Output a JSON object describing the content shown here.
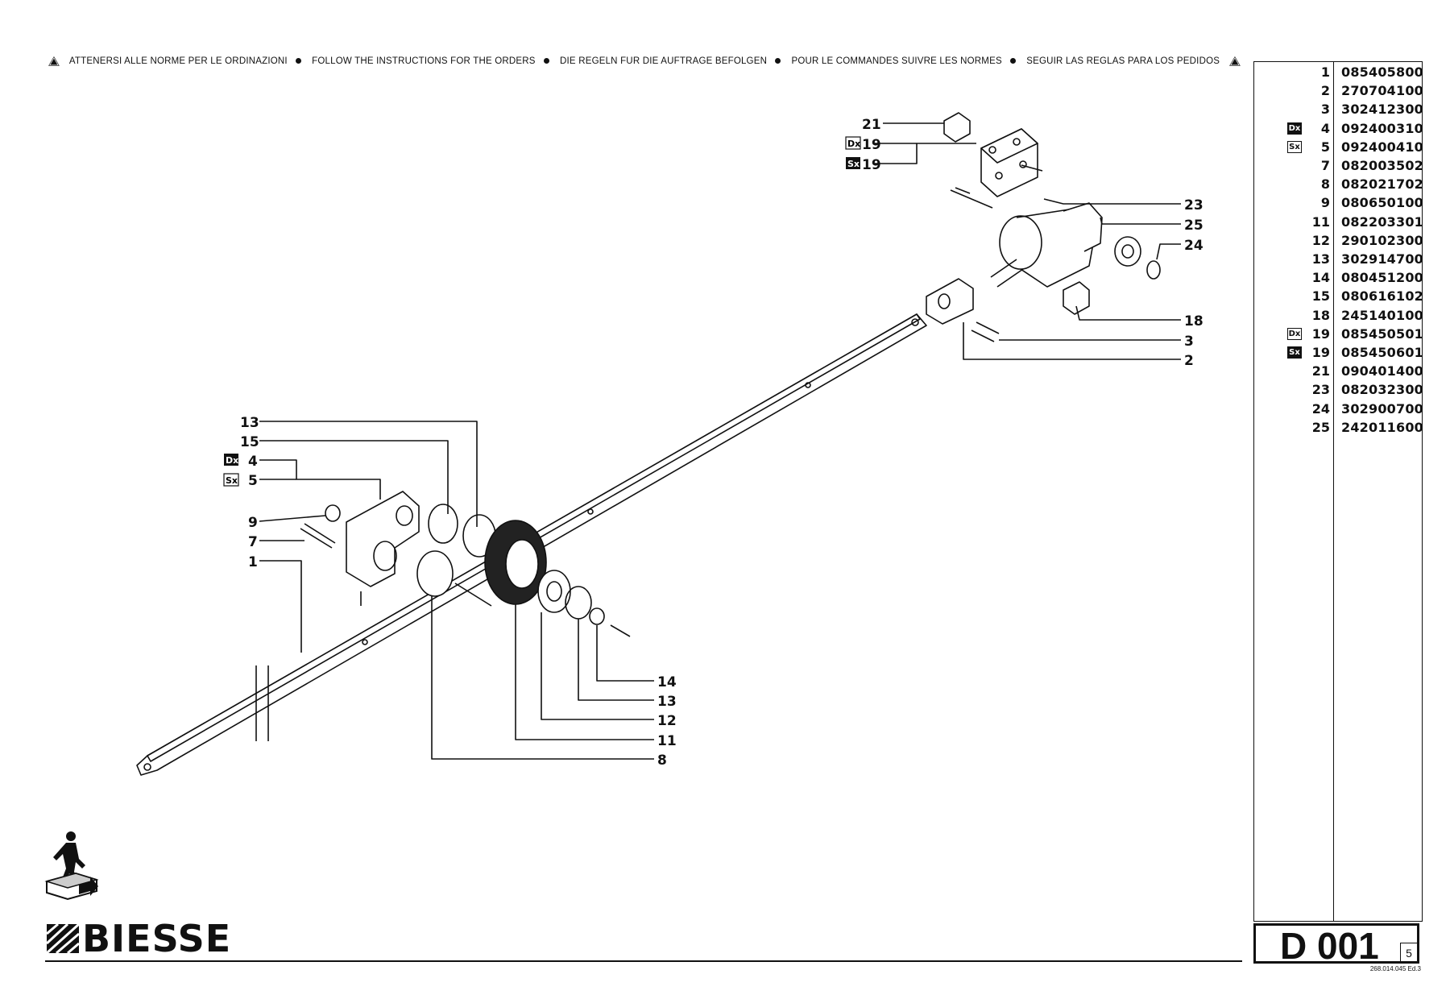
{
  "header": {
    "instructions": [
      "ATTENERSI ALLE NORME PER LE ORDINAZIONI",
      "FOLLOW THE INSTRUCTIONS FOR THE ORDERS",
      "DIE REGELN FUR DIE AUFTRAGE BEFOLGEN",
      "POUR LE COMMANDES SUIVRE LES NORMES",
      "SEGUIR LAS REGLAS PARA LOS PEDIDOS"
    ],
    "warning_icon": "warning-triangle-icon"
  },
  "tags": {
    "dx": "Dx",
    "sx": "Sx"
  },
  "callouts": {
    "c21": "21",
    "c19dx": "19",
    "c19sx": "19",
    "c23": "23",
    "c25": "25",
    "c24": "24",
    "c18": "18",
    "c3": "3",
    "c2": "2",
    "c13a": "13",
    "c15": "15",
    "c4": "4",
    "c5": "5",
    "c9": "9",
    "c7": "7",
    "c1": "1",
    "c14": "14",
    "c13b": "13",
    "c12": "12",
    "c11": "11",
    "c8": "8"
  },
  "parts": [
    {
      "tag": "",
      "pos": "1",
      "code": "085405800"
    },
    {
      "tag": "",
      "pos": "2",
      "code": "270704100"
    },
    {
      "tag": "",
      "pos": "3",
      "code": "302412300"
    },
    {
      "tag": "Dx",
      "pos": "4",
      "code": "092400310"
    },
    {
      "tag": "Sx",
      "pos": "5",
      "code": "092400410"
    },
    {
      "tag": "",
      "pos": "7",
      "code": "082003502"
    },
    {
      "tag": "",
      "pos": "8",
      "code": "082021702"
    },
    {
      "tag": "",
      "pos": "9",
      "code": "080650100"
    },
    {
      "tag": "",
      "pos": "11",
      "code": "082203301"
    },
    {
      "tag": "",
      "pos": "12",
      "code": "290102300"
    },
    {
      "tag": "",
      "pos": "13",
      "code": "302914700"
    },
    {
      "tag": "",
      "pos": "14",
      "code": "080451200"
    },
    {
      "tag": "",
      "pos": "15",
      "code": "080616102"
    },
    {
      "tag": "",
      "pos": "18",
      "code": "245140100"
    },
    {
      "tag": "Dx",
      "pos": "19",
      "code": "085450501"
    },
    {
      "tag": "Sx",
      "pos": "19",
      "code": "085450601"
    },
    {
      "tag": "",
      "pos": "21",
      "code": "090401400"
    },
    {
      "tag": "",
      "pos": "23",
      "code": "082032300"
    },
    {
      "tag": "",
      "pos": "24",
      "code": "302900700"
    },
    {
      "tag": "",
      "pos": "25",
      "code": "242011600"
    }
  ],
  "footer": {
    "brand": "BIESSE",
    "page_code": "D 001",
    "edition": "5",
    "doc_ref": "268.014.045 Ed.3",
    "brand_icon": "biesse-logo-icon",
    "walker_icon": "walking-person-icon"
  }
}
